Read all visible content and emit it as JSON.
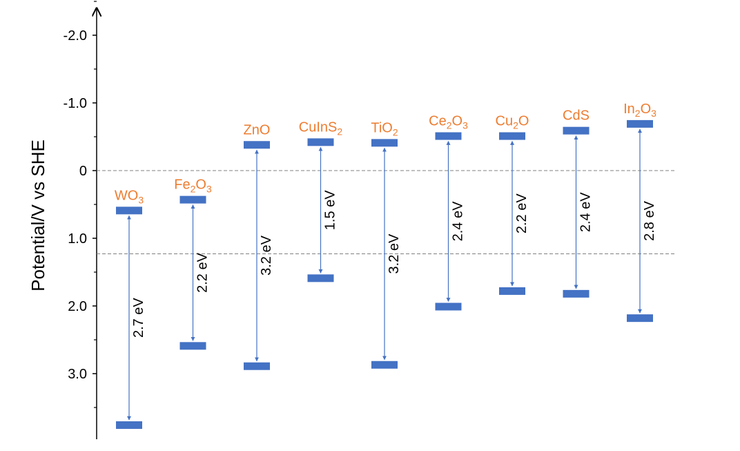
{
  "chart_data": {
    "type": "band-diagram",
    "ylabel": "Potential/V vs SHE",
    "y_axis_inverted": true,
    "ylim": [
      -2.4,
      4.0
    ],
    "yticks": [
      {
        "value": -2.0,
        "label": "-2.0"
      },
      {
        "value": -1.0,
        "label": "-1.0"
      },
      {
        "value": 0.0,
        "label": "0"
      },
      {
        "value": 1.0,
        "label": "1.0"
      },
      {
        "value": 2.0,
        "label": "2.0"
      },
      {
        "value": 3.0,
        "label": "3.0"
      }
    ],
    "reference_lines": [
      {
        "value": 0.0,
        "style": "dashed"
      },
      {
        "value": 1.23,
        "style": "dashed"
      }
    ],
    "materials": [
      {
        "name": "WO",
        "sub": "3",
        "tail": "",
        "cb": 0.59,
        "vb": 3.76,
        "gap_label": "2.7 eV"
      },
      {
        "name": "Fe",
        "sub": "2",
        "mid": "O",
        "sub2": "3",
        "cb": 0.43,
        "vb": 2.59,
        "gap_label": "2.2 eV"
      },
      {
        "name": "ZnO",
        "cb": -0.38,
        "vb": 2.89,
        "gap_label": "3.2 eV"
      },
      {
        "name": "CuInS",
        "sub": "2",
        "cb": -0.42,
        "vb": 1.59,
        "gap_label": "1.5 eV"
      },
      {
        "name": "TiO",
        "sub": "2",
        "cb": -0.41,
        "vb": 2.87,
        "gap_label": "3.2 eV"
      },
      {
        "name": "Ce",
        "sub": "2",
        "mid": "O",
        "sub2": "3",
        "cb": -0.51,
        "vb": 2.01,
        "gap_label": "2.4 eV"
      },
      {
        "name": "Cu",
        "sub": "2",
        "mid": "O",
        "cb": -0.51,
        "vb": 1.78,
        "gap_label": "2.2 eV"
      },
      {
        "name": "CdS",
        "cb": -0.59,
        "vb": 1.82,
        "gap_label": "2.4 eV"
      },
      {
        "name": "In",
        "sub": "2",
        "mid": "O",
        "sub2": "3",
        "cb": -0.69,
        "vb": 2.18,
        "gap_label": "2.8 eV"
      }
    ]
  },
  "colors": {
    "band": "#4472C4",
    "arrow": "#4472C4",
    "material_label": "#ED7D31",
    "axis": "#000000",
    "ref_line": "#808080"
  }
}
